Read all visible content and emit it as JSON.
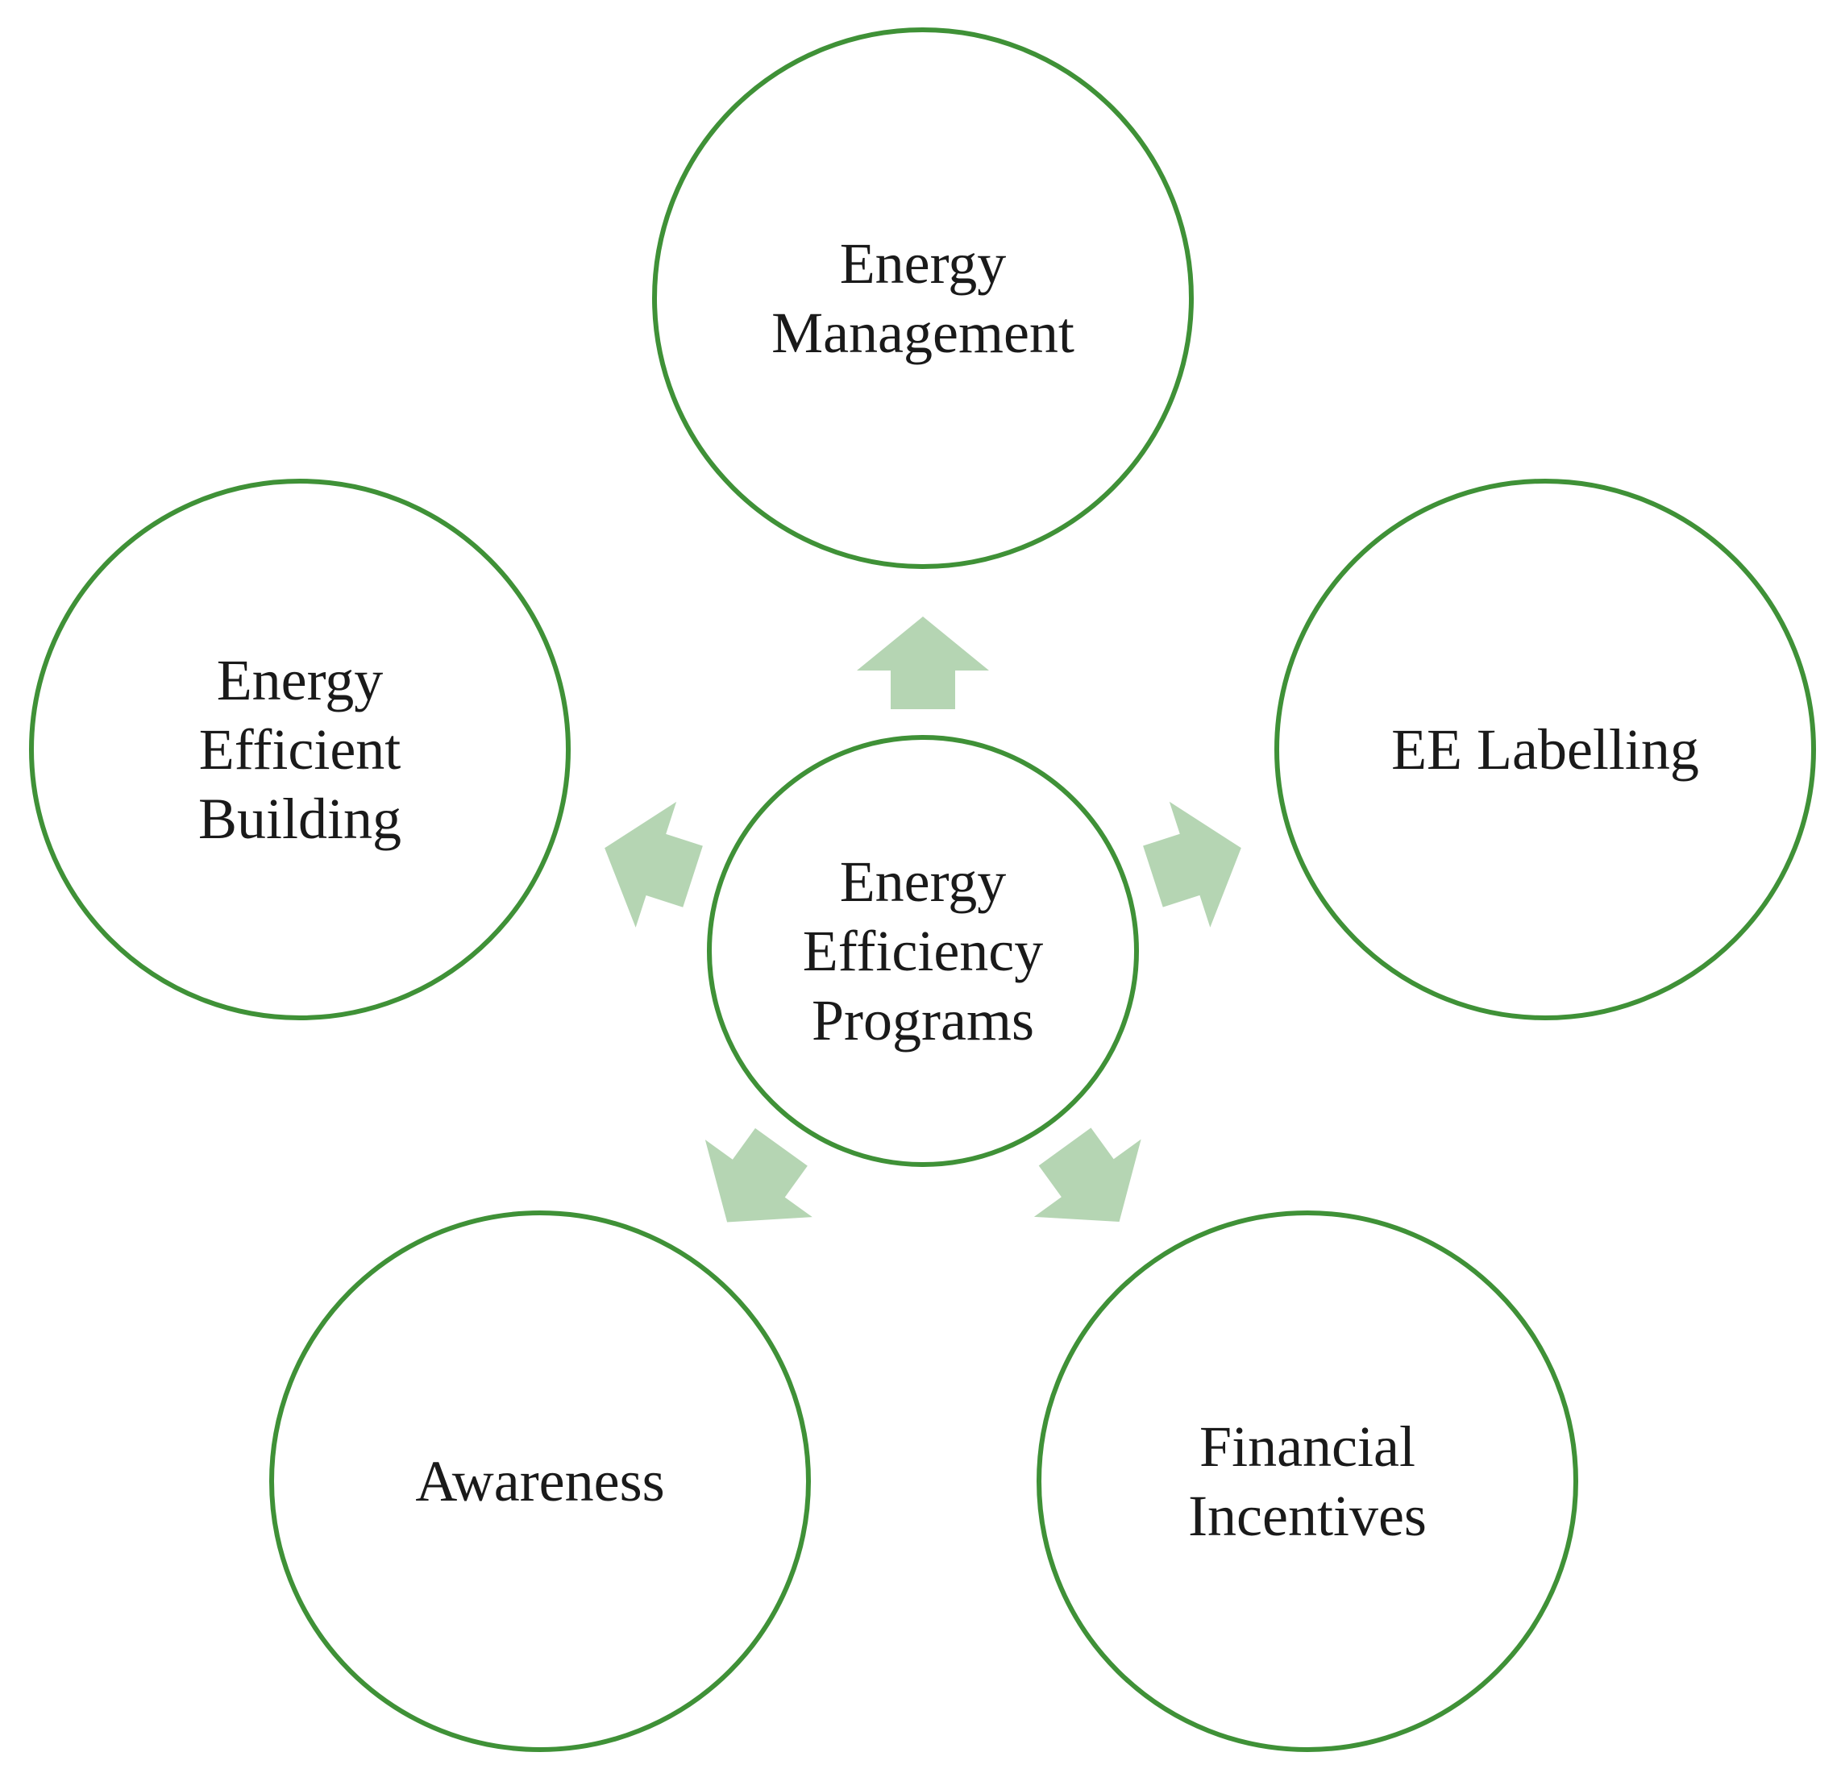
{
  "colors": {
    "ring_stroke": "#3f9137",
    "arrow_fill": "#b5d5b3",
    "text": "#1a1a1a",
    "background": "#ffffff"
  },
  "center": {
    "lines": [
      "Energy",
      "Efficiency",
      "Programs"
    ]
  },
  "outer_nodes": [
    {
      "id": "energy-management",
      "lines": [
        "Energy",
        "Management"
      ]
    },
    {
      "id": "ee-labelling",
      "lines": [
        "EE Labelling"
      ]
    },
    {
      "id": "financial-incentives",
      "lines": [
        "Financial",
        "Incentives"
      ]
    },
    {
      "id": "awareness",
      "lines": [
        "Awareness"
      ]
    },
    {
      "id": "energy-efficient-building",
      "lines": [
        "Energy",
        "Efficient",
        "Building"
      ]
    }
  ]
}
